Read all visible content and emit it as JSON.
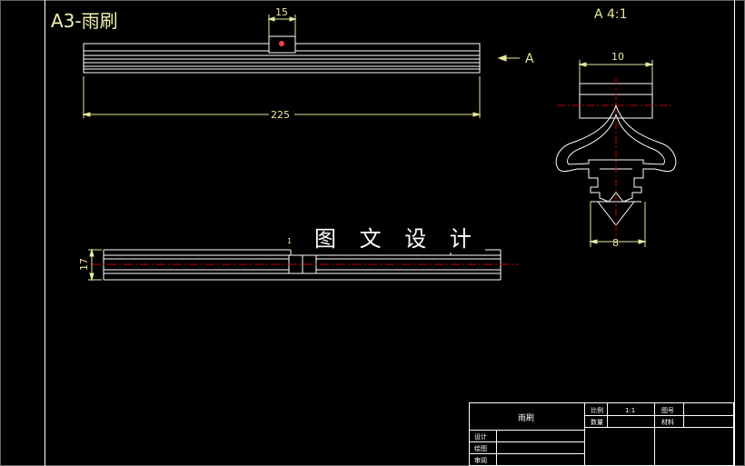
{
  "title": "A3-雨刷",
  "section_view": {
    "label": "A 4:1"
  },
  "view_marker": "A",
  "dimensions": {
    "top_width": "15",
    "overall_length": "225",
    "height": "17",
    "section_top": "10",
    "section_bottom": "8"
  },
  "small_mark": "1",
  "watermark": "图 文 设 计",
  "title_block": {
    "part_name": "雨刷",
    "scale_label": "比例",
    "scale_value": "1:1",
    "drawing_no_label": "图号",
    "quantity_label": "数量",
    "material_label": "材料",
    "design_label": "设计",
    "draw_label": "绘图",
    "review_label": "审阅"
  },
  "colors": {
    "background": "#000000",
    "lines": "#ffffff",
    "dimensions": "#e8e8a0",
    "centerline": "#cc0000",
    "title": "#f2f2b0"
  }
}
